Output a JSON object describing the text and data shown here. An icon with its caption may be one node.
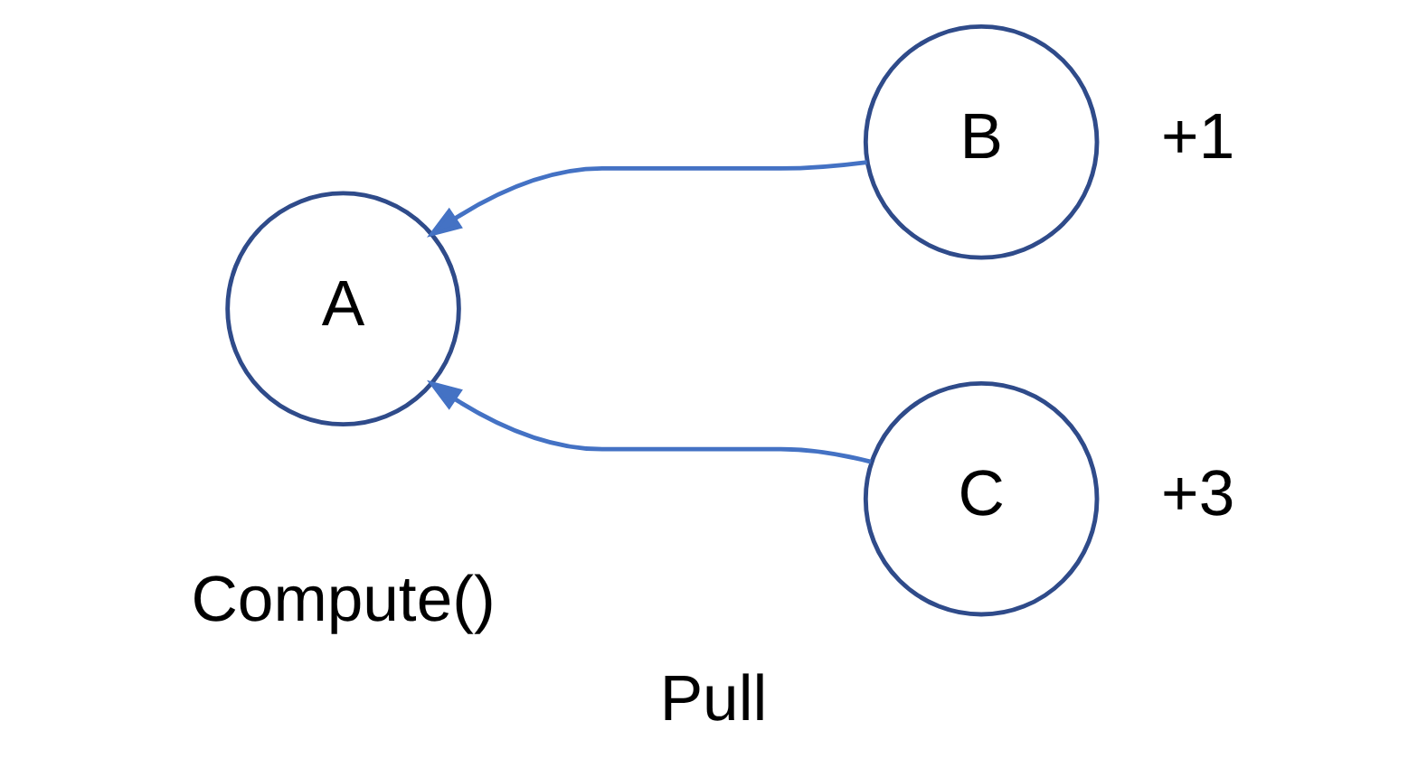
{
  "diagram": {
    "caption": "Pull",
    "nodes": [
      {
        "text": [
          "A"
        ],
        "beside": [
          "Compute()"
        ]
      },
      {
        "text": [
          "B"
        ],
        "beside": [
          "+1"
        ]
      },
      {
        "text": [
          "C"
        ],
        "beside": [
          "+3"
        ]
      }
    ],
    "edges": [
      {
        "from": 1,
        "to": 0,
        "arrow": "to"
      },
      {
        "from": 2,
        "to": 0,
        "arrow": "to"
      }
    ]
  }
}
